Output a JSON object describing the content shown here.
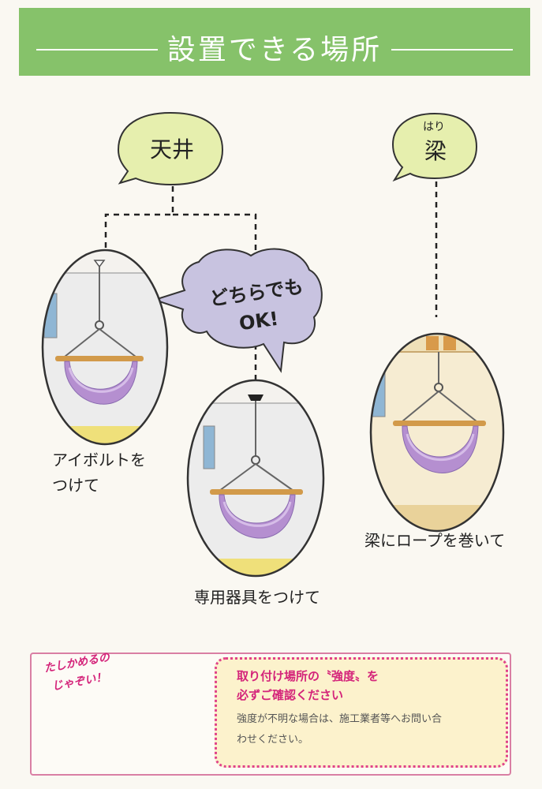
{
  "header": {
    "title": "設置できる場所"
  },
  "locations": {
    "ceiling": {
      "label": "天井"
    },
    "beam": {
      "label": "梁",
      "ruby": "はり"
    }
  },
  "speech_bubble": {
    "line1": "どちらでも",
    "line2": "OK!"
  },
  "captions": {
    "eyebolt_line1": "アイボルトを",
    "eyebolt_line2": "つけて",
    "special_fixture": "専用器具をつけて",
    "beam_rope": "梁にロープを巻いて"
  },
  "note": {
    "character_line1": "たしかめるの",
    "character_line2": "じゃぞい！",
    "heading_line1": "取り付け場所の〝強度〟を",
    "heading_line2": "必ずご確認ください",
    "body_line1": "強度が不明な場合は、施工業者等へお問い合",
    "body_line2": "わせください。"
  },
  "colors": {
    "banner_green": "#86c26a",
    "bubble_green": "#e6efae",
    "speech_purple": "#c8c3e0",
    "hammock_purple": "#b58fd0",
    "accent_pink": "#d4247a",
    "note_yellow": "#fcf2cc"
  },
  "icons": [
    "hammock-ceiling-illustration",
    "hammock-fixture-illustration",
    "hammock-beam-illustration",
    "professor-character-illustration"
  ]
}
